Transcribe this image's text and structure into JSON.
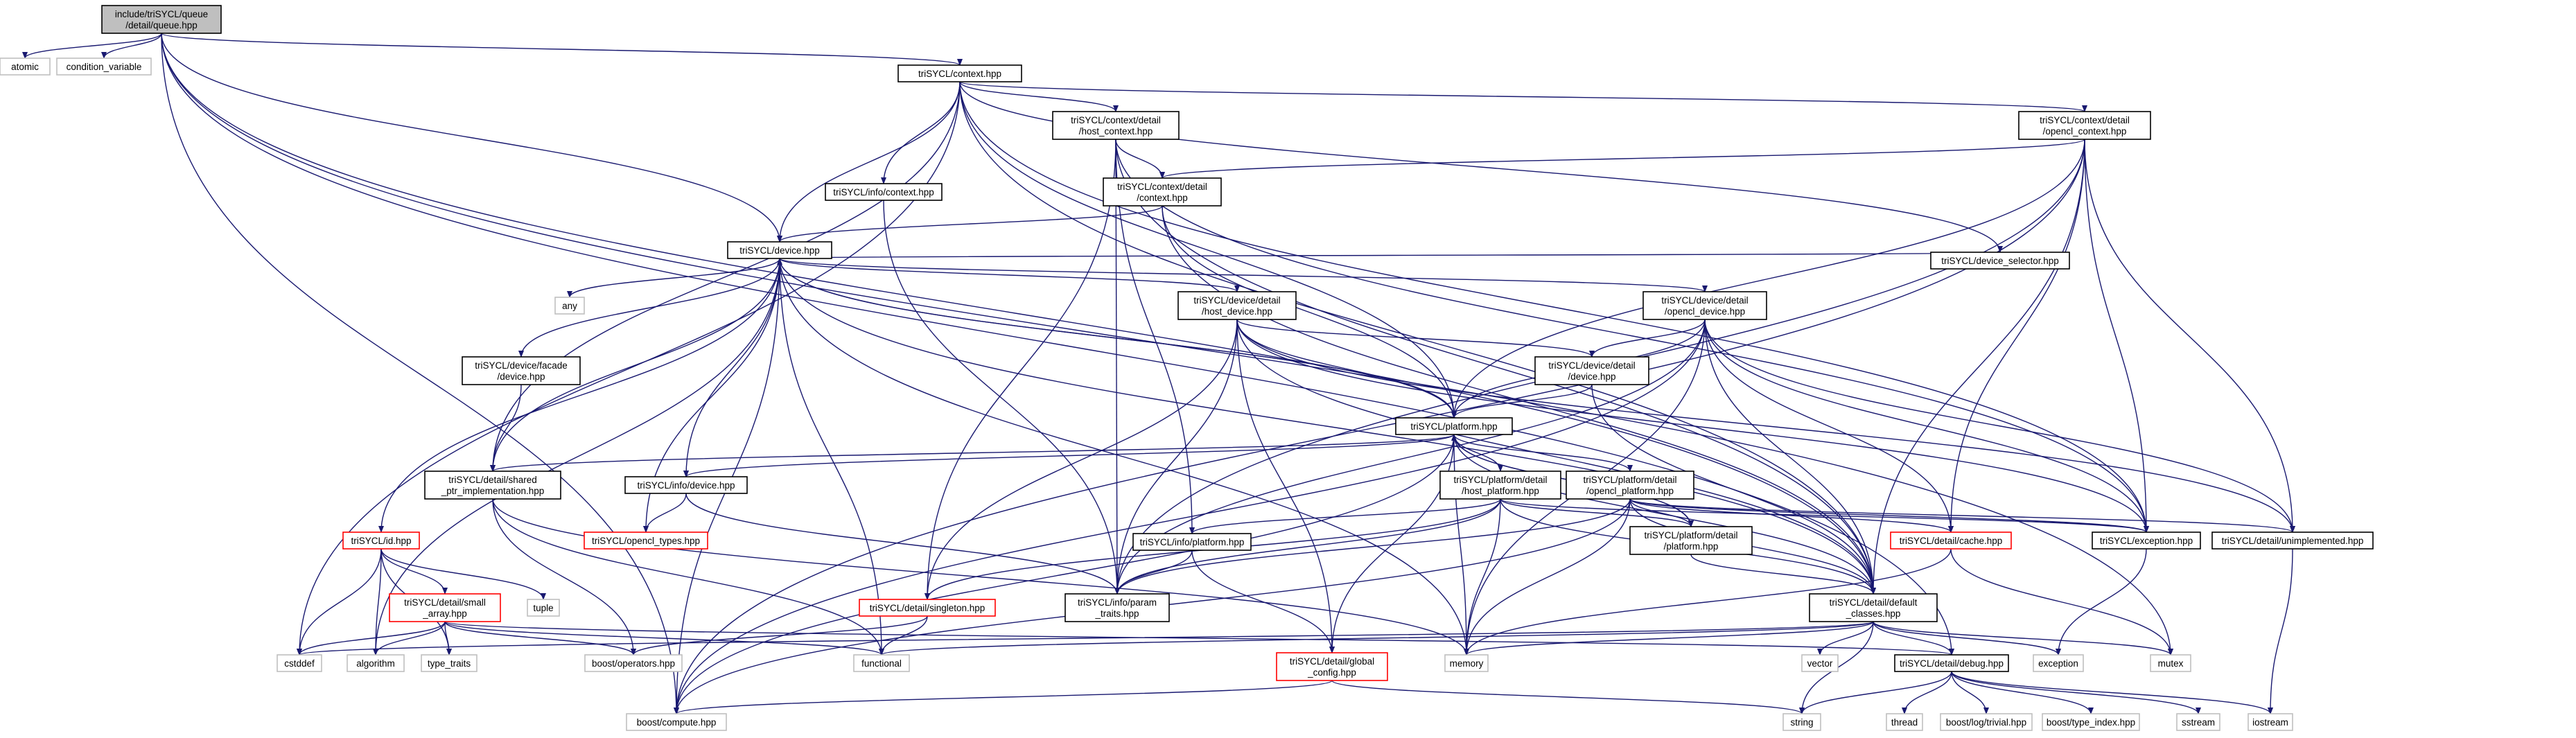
{
  "graph": {
    "edge_color": "#191970",
    "nodes": [
      {
        "id": "root",
        "lines": [
          "include/triSYCL/queue",
          "/detail/queue.hpp"
        ],
        "kind": "root"
      },
      {
        "id": "atomic",
        "lines": [
          "atomic"
        ],
        "kind": "gray"
      },
      {
        "id": "condition_variable",
        "lines": [
          "condition_variable"
        ],
        "kind": "gray"
      },
      {
        "id": "context",
        "lines": [
          "triSYCL/context.hpp"
        ],
        "kind": "normal"
      },
      {
        "id": "host_context",
        "lines": [
          "triSYCL/context/detail",
          "/host_context.hpp"
        ],
        "kind": "normal"
      },
      {
        "id": "opencl_context",
        "lines": [
          "triSYCL/context/detail",
          "/opencl_context.hpp"
        ],
        "kind": "normal"
      },
      {
        "id": "info_context",
        "lines": [
          "triSYCL/info/context.hpp"
        ],
        "kind": "normal"
      },
      {
        "id": "detail_context",
        "lines": [
          "triSYCL/context/detail",
          "/context.hpp"
        ],
        "kind": "normal"
      },
      {
        "id": "device",
        "lines": [
          "triSYCL/device.hpp"
        ],
        "kind": "normal"
      },
      {
        "id": "any",
        "lines": [
          "any"
        ],
        "kind": "gray"
      },
      {
        "id": "host_device",
        "lines": [
          "triSYCL/device/detail",
          "/host_device.hpp"
        ],
        "kind": "normal"
      },
      {
        "id": "opencl_device",
        "lines": [
          "triSYCL/device/detail",
          "/opencl_device.hpp"
        ],
        "kind": "normal"
      },
      {
        "id": "device_selector",
        "lines": [
          "triSYCL/device_selector.hpp"
        ],
        "kind": "normal"
      },
      {
        "id": "facade_device",
        "lines": [
          "triSYCL/device/facade",
          "/device.hpp"
        ],
        "kind": "normal"
      },
      {
        "id": "detail_device",
        "lines": [
          "triSYCL/device/detail",
          "/device.hpp"
        ],
        "kind": "normal"
      },
      {
        "id": "platform",
        "lines": [
          "triSYCL/platform.hpp"
        ],
        "kind": "normal"
      },
      {
        "id": "shared_ptr",
        "lines": [
          "triSYCL/detail/shared",
          "_ptr_implementation.hpp"
        ],
        "kind": "normal"
      },
      {
        "id": "info_device",
        "lines": [
          "triSYCL/info/device.hpp"
        ],
        "kind": "normal"
      },
      {
        "id": "host_platform",
        "lines": [
          "triSYCL/platform/detail",
          "/host_platform.hpp"
        ],
        "kind": "normal"
      },
      {
        "id": "opencl_platform",
        "lines": [
          "triSYCL/platform/detail",
          "/opencl_platform.hpp"
        ],
        "kind": "normal"
      },
      {
        "id": "id",
        "lines": [
          "triSYCL/id.hpp"
        ],
        "kind": "red"
      },
      {
        "id": "opencl_types",
        "lines": [
          "triSYCL/opencl_types.hpp"
        ],
        "kind": "red"
      },
      {
        "id": "info_platform",
        "lines": [
          "triSYCL/info/platform.hpp"
        ],
        "kind": "normal"
      },
      {
        "id": "detail_platform",
        "lines": [
          "triSYCL/platform/detail",
          "/platform.hpp"
        ],
        "kind": "normal"
      },
      {
        "id": "cache",
        "lines": [
          "triSYCL/detail/cache.hpp"
        ],
        "kind": "red"
      },
      {
        "id": "exception",
        "lines": [
          "triSYCL/exception.hpp"
        ],
        "kind": "normal"
      },
      {
        "id": "unimplemented",
        "lines": [
          "triSYCL/detail/unimplemented.hpp"
        ],
        "kind": "normal"
      },
      {
        "id": "small_array",
        "lines": [
          "triSYCL/detail/small",
          "_array.hpp"
        ],
        "kind": "red"
      },
      {
        "id": "tuple",
        "lines": [
          "tuple"
        ],
        "kind": "gray"
      },
      {
        "id": "singleton",
        "lines": [
          "triSYCL/detail/singleton.hpp"
        ],
        "kind": "red"
      },
      {
        "id": "param_traits",
        "lines": [
          "triSYCL/info/param",
          "_traits.hpp"
        ],
        "kind": "normal"
      },
      {
        "id": "default_classes",
        "lines": [
          "triSYCL/detail/default",
          "_classes.hpp"
        ],
        "kind": "normal"
      },
      {
        "id": "cstddef",
        "lines": [
          "cstddef"
        ],
        "kind": "gray"
      },
      {
        "id": "algorithm",
        "lines": [
          "algorithm"
        ],
        "kind": "gray"
      },
      {
        "id": "type_traits",
        "lines": [
          "type_traits"
        ],
        "kind": "gray"
      },
      {
        "id": "boost_operators",
        "lines": [
          "boost/operators.hpp"
        ],
        "kind": "gray"
      },
      {
        "id": "functional",
        "lines": [
          "functional"
        ],
        "kind": "gray"
      },
      {
        "id": "global_config",
        "lines": [
          "triSYCL/detail/global",
          "_config.hpp"
        ],
        "kind": "red"
      },
      {
        "id": "memory",
        "lines": [
          "memory"
        ],
        "kind": "gray"
      },
      {
        "id": "vector",
        "lines": [
          "vector"
        ],
        "kind": "gray"
      },
      {
        "id": "debug",
        "lines": [
          "triSYCL/detail/debug.hpp"
        ],
        "kind": "normal"
      },
      {
        "id": "exception_std",
        "lines": [
          "exception"
        ],
        "kind": "gray"
      },
      {
        "id": "mutex",
        "lines": [
          "mutex"
        ],
        "kind": "gray"
      },
      {
        "id": "boost_compute",
        "lines": [
          "boost/compute.hpp"
        ],
        "kind": "gray"
      },
      {
        "id": "string",
        "lines": [
          "string"
        ],
        "kind": "gray"
      },
      {
        "id": "thread",
        "lines": [
          "thread"
        ],
        "kind": "gray"
      },
      {
        "id": "boost_log",
        "lines": [
          "boost/log/trivial.hpp"
        ],
        "kind": "gray"
      },
      {
        "id": "boost_type_index",
        "lines": [
          "boost/type_index.hpp"
        ],
        "kind": "gray"
      },
      {
        "id": "sstream",
        "lines": [
          "sstream"
        ],
        "kind": "gray"
      },
      {
        "id": "iostream",
        "lines": [
          "iostream"
        ],
        "kind": "gray"
      }
    ],
    "edges": [
      [
        "root",
        "atomic"
      ],
      [
        "root",
        "condition_variable"
      ],
      [
        "root",
        "context"
      ],
      [
        "root",
        "device"
      ],
      [
        "root",
        "boost_compute"
      ],
      [
        "root",
        "default_classes"
      ],
      [
        "root",
        "debug"
      ],
      [
        "root",
        "mutex"
      ],
      [
        "context",
        "host_context"
      ],
      [
        "context",
        "opencl_context"
      ],
      [
        "context",
        "info_context"
      ],
      [
        "context",
        "device"
      ],
      [
        "context",
        "platform"
      ],
      [
        "context",
        "shared_ptr"
      ],
      [
        "context",
        "cstddef"
      ],
      [
        "context",
        "default_classes"
      ],
      [
        "context",
        "exception"
      ],
      [
        "context",
        "device_selector"
      ],
      [
        "host_context",
        "detail_context"
      ],
      [
        "host_context",
        "param_traits"
      ],
      [
        "host_context",
        "singleton"
      ],
      [
        "host_context",
        "info_platform"
      ],
      [
        "host_context",
        "default_classes"
      ],
      [
        "host_context",
        "exception"
      ],
      [
        "opencl_context",
        "detail_context"
      ],
      [
        "opencl_context",
        "platform"
      ],
      [
        "opencl_context",
        "cache"
      ],
      [
        "opencl_context",
        "boost_compute"
      ],
      [
        "opencl_context",
        "exception"
      ],
      [
        "opencl_context",
        "unimplemented"
      ],
      [
        "opencl_context",
        "default_classes"
      ],
      [
        "opencl_context",
        "param_traits"
      ],
      [
        "info_context",
        "param_traits"
      ],
      [
        "detail_context",
        "device"
      ],
      [
        "detail_context",
        "platform"
      ],
      [
        "detail_context",
        "default_classes"
      ],
      [
        "device",
        "any"
      ],
      [
        "device",
        "facade_device"
      ],
      [
        "device",
        "host_device"
      ],
      [
        "device",
        "opencl_device"
      ],
      [
        "device",
        "device_selector"
      ],
      [
        "device",
        "platform"
      ],
      [
        "device",
        "shared_ptr"
      ],
      [
        "device",
        "info_device"
      ],
      [
        "device",
        "id"
      ],
      [
        "device",
        "opencl_types"
      ],
      [
        "device",
        "boost_compute"
      ],
      [
        "device",
        "algorithm"
      ],
      [
        "device",
        "functional"
      ],
      [
        "device",
        "memory"
      ],
      [
        "device",
        "default_classes"
      ],
      [
        "host_device",
        "detail_device"
      ],
      [
        "host_device",
        "platform"
      ],
      [
        "host_device",
        "singleton"
      ],
      [
        "host_device",
        "param_traits"
      ],
      [
        "host_device",
        "global_config"
      ],
      [
        "host_device",
        "default_classes"
      ],
      [
        "host_device",
        "exception"
      ],
      [
        "host_device",
        "unimplemented"
      ],
      [
        "opencl_device",
        "detail_device"
      ],
      [
        "opencl_device",
        "platform"
      ],
      [
        "opencl_device",
        "cache"
      ],
      [
        "opencl_device",
        "exception"
      ],
      [
        "opencl_device",
        "unimplemented"
      ],
      [
        "opencl_device",
        "default_classes"
      ],
      [
        "opencl_device",
        "param_traits"
      ],
      [
        "opencl_device",
        "boost_compute"
      ],
      [
        "opencl_device",
        "memory"
      ],
      [
        "facade_device",
        "shared_ptr"
      ],
      [
        "detail_device",
        "platform"
      ],
      [
        "detail_device",
        "default_classes"
      ],
      [
        "platform",
        "device"
      ],
      [
        "platform",
        "host_platform"
      ],
      [
        "platform",
        "opencl_platform"
      ],
      [
        "platform",
        "info_device"
      ],
      [
        "platform",
        "shared_ptr"
      ],
      [
        "platform",
        "detail_platform"
      ],
      [
        "platform",
        "boost_compute"
      ],
      [
        "platform",
        "default_classes"
      ],
      [
        "platform",
        "global_config"
      ],
      [
        "platform",
        "memory"
      ],
      [
        "shared_ptr",
        "boost_operators"
      ],
      [
        "shared_ptr",
        "memory"
      ],
      [
        "shared_ptr",
        "functional"
      ],
      [
        "info_device",
        "opencl_types"
      ],
      [
        "info_device",
        "param_traits"
      ],
      [
        "host_platform",
        "info_platform"
      ],
      [
        "host_platform",
        "detail_platform"
      ],
      [
        "host_platform",
        "singleton"
      ],
      [
        "host_platform",
        "param_traits"
      ],
      [
        "host_platform",
        "exception"
      ],
      [
        "host_platform",
        "memory"
      ],
      [
        "host_platform",
        "default_classes"
      ],
      [
        "opencl_platform",
        "detail_platform"
      ],
      [
        "opencl_platform",
        "cache"
      ],
      [
        "opencl_platform",
        "exception"
      ],
      [
        "opencl_platform",
        "param_traits"
      ],
      [
        "opencl_platform",
        "boost_compute"
      ],
      [
        "opencl_platform",
        "memory"
      ],
      [
        "opencl_platform",
        "default_classes"
      ],
      [
        "opencl_platform",
        "unimplemented"
      ],
      [
        "id",
        "small_array"
      ],
      [
        "id",
        "tuple"
      ],
      [
        "id",
        "cstddef"
      ],
      [
        "id",
        "algorithm"
      ],
      [
        "id",
        "type_traits"
      ],
      [
        "small_array",
        "cstddef"
      ],
      [
        "small_array",
        "algorithm"
      ],
      [
        "small_array",
        "type_traits"
      ],
      [
        "small_array",
        "boost_operators"
      ],
      [
        "small_array",
        "debug"
      ],
      [
        "small_array",
        "functional"
      ],
      [
        "info_platform",
        "param_traits"
      ],
      [
        "info_platform",
        "global_config"
      ],
      [
        "detail_platform",
        "platform"
      ],
      [
        "detail_platform",
        "default_classes"
      ],
      [
        "cache",
        "memory"
      ],
      [
        "cache",
        "mutex"
      ],
      [
        "exception",
        "exception_std"
      ],
      [
        "unimplemented",
        "iostream"
      ],
      [
        "singleton",
        "boost_operators"
      ],
      [
        "singleton",
        "functional"
      ],
      [
        "global_config",
        "boost_compute"
      ],
      [
        "global_config",
        "string"
      ],
      [
        "default_classes",
        "memory"
      ],
      [
        "default_classes",
        "functional"
      ],
      [
        "default_classes",
        "vector"
      ],
      [
        "default_classes",
        "string"
      ],
      [
        "default_classes",
        "exception_std"
      ],
      [
        "default_classes",
        "mutex"
      ],
      [
        "default_classes",
        "cstddef"
      ],
      [
        "default_classes",
        "debug"
      ],
      [
        "debug",
        "thread"
      ],
      [
        "debug",
        "boost_log"
      ],
      [
        "debug",
        "boost_type_index"
      ],
      [
        "debug",
        "sstream"
      ],
      [
        "debug",
        "iostream"
      ],
      [
        "debug",
        "string"
      ]
    ]
  }
}
